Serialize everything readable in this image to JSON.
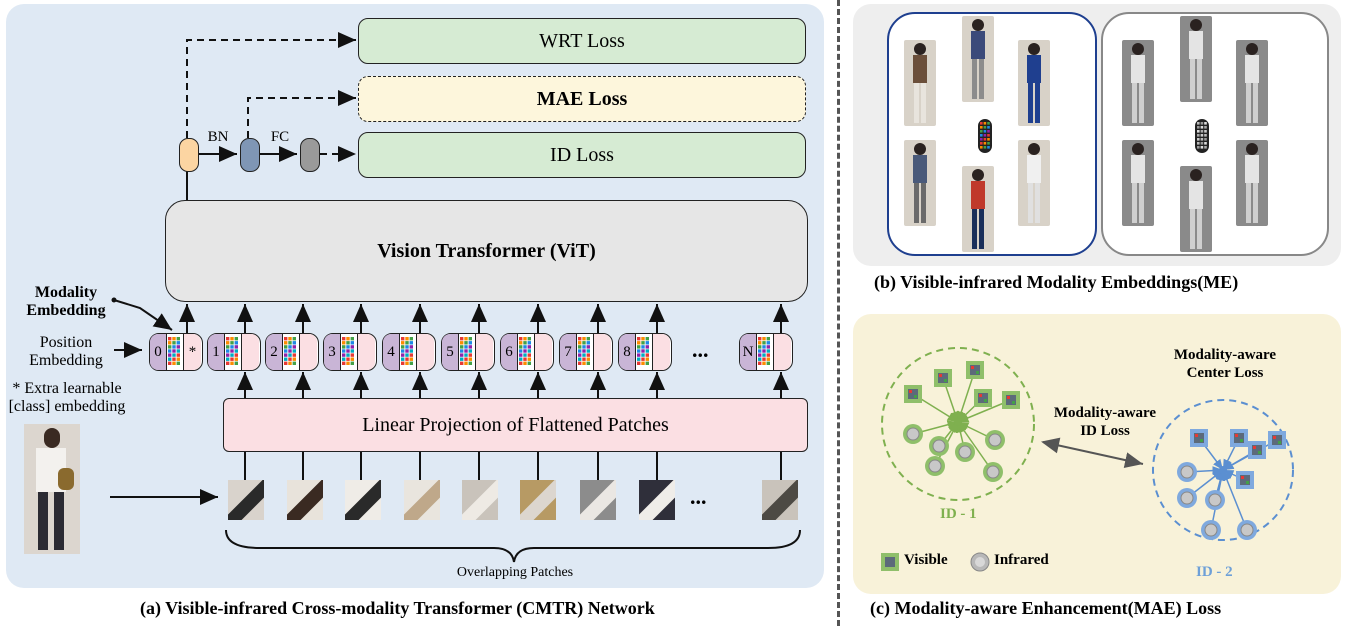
{
  "panel_a": {
    "losses": {
      "wrt": "WRT Loss",
      "mae": "MAE Loss",
      "id": "ID Loss"
    },
    "bn_label": "BN",
    "fc_label": "FC",
    "vit_label": "Vision Transformer (ViT)",
    "modality_embedding_label": [
      "Modality",
      "Embedding"
    ],
    "position_embedding_label": [
      "Position",
      "Embedding"
    ],
    "extra_learnable_label": [
      "* Extra learnable",
      "[class] embedding"
    ],
    "tokens": [
      "0",
      "*",
      "1",
      "2",
      "3",
      "4",
      "5",
      "6",
      "7",
      "8",
      "...",
      "N"
    ],
    "projection_label": "Linear Projection of Flattened Patches",
    "patches_ellipsis": "...",
    "overlapping_patches_label": "Overlapping Patches",
    "caption": "(a) Visible-infrared Cross-modality Transformer (CMTR) Network"
  },
  "panel_b": {
    "caption": "(b) Visible-infrared Modality Embeddings(ME)"
  },
  "panel_c": {
    "center_loss_label": [
      "Modality-aware",
      "Center Loss"
    ],
    "id_loss_label": [
      "Modality-aware",
      "ID Loss"
    ],
    "id1": "ID - 1",
    "id2": "ID - 2",
    "legend_visible": "Visible",
    "legend_infrared": "Infrared",
    "caption": "(c) Modality-aware Enhancement(MAE) Loss"
  },
  "colors": {
    "panel_a_bg": "#dfe9f4",
    "loss_green": "#d6ebd3",
    "mae_yellow": "#fdf6dc",
    "vit_gray": "#e6e6e6",
    "projection_pink": "#fbdfe3",
    "token_lavender": "#c9b5d6",
    "token_pink": "#fbdfe3",
    "id1_green": "#7fb04f",
    "id2_blue": "#5b8fd1",
    "visible_box_blue": "#1e3f8f"
  }
}
